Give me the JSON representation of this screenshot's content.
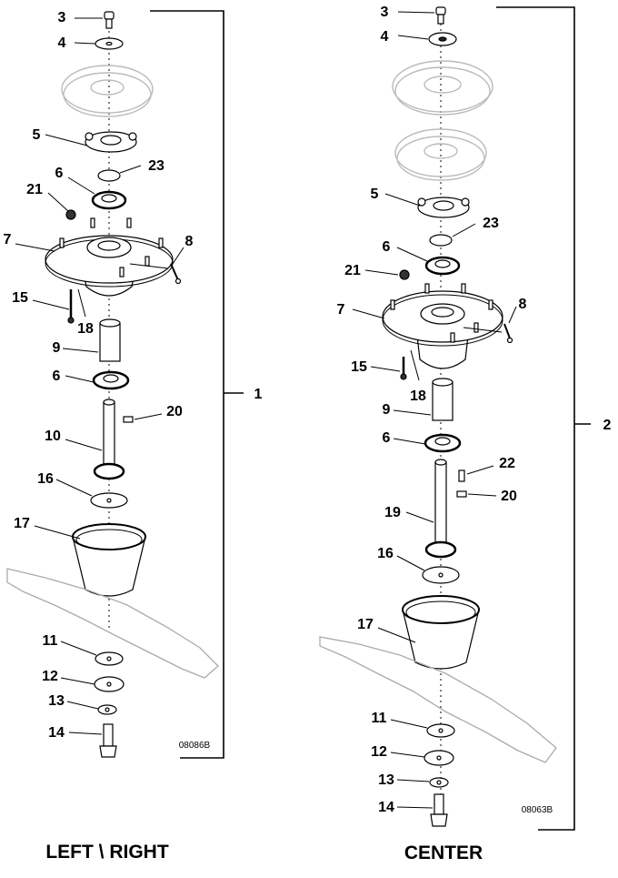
{
  "groups": [
    {
      "caption": "LEFT \\ RIGHT",
      "assembly_callout": "1",
      "drawing_code": "08086B",
      "callouts": [
        "3",
        "4",
        "5",
        "23",
        "6",
        "21",
        "7",
        "8",
        "15",
        "18",
        "9",
        "6",
        "20",
        "10",
        "16",
        "17",
        "11",
        "12",
        "13",
        "14"
      ]
    },
    {
      "caption": "CENTER",
      "assembly_callout": "2",
      "drawing_code": "08063B",
      "callouts": [
        "3",
        "4",
        "5",
        "23",
        "6",
        "21",
        "7",
        "8",
        "15",
        "18",
        "9",
        "6",
        "22",
        "20",
        "19",
        "16",
        "17",
        "11",
        "12",
        "13",
        "14"
      ]
    }
  ]
}
